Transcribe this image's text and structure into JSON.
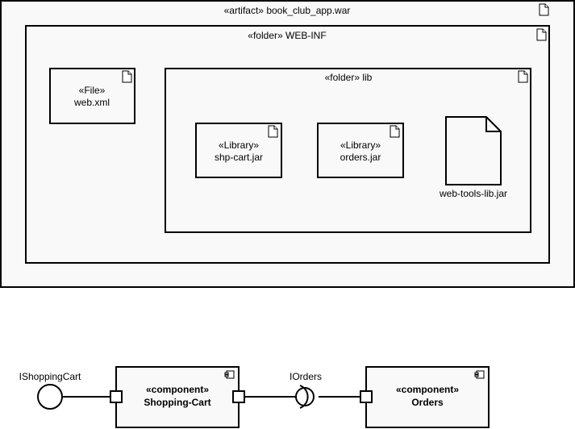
{
  "artifact": {
    "stereotype": "«artifact»",
    "name": "book_club_app.war"
  },
  "webinf": {
    "stereotype": "«folder»",
    "name": "WEB-INF"
  },
  "webxml": {
    "stereotype": "«File»",
    "name": "web.xml"
  },
  "lib": {
    "stereotype": "«folder»",
    "name": "lib"
  },
  "shpcart_lib": {
    "stereotype": "«Library»",
    "name": "shp-cart.jar"
  },
  "orders_lib": {
    "stereotype": "«Library»",
    "name": "orders.jar"
  },
  "webtools": {
    "name": "web-tools-lib.jar"
  },
  "shopping_cart": {
    "stereotype": "«component»",
    "name": "Shopping-Cart"
  },
  "orders_component": {
    "stereotype": "«component»",
    "name": "Orders"
  },
  "provided_interface": {
    "name": "IShoppingCart"
  },
  "required_interface": {
    "name": "IOrders"
  },
  "colors": {
    "fill": "#f9f9f9",
    "stroke": "#000000"
  }
}
